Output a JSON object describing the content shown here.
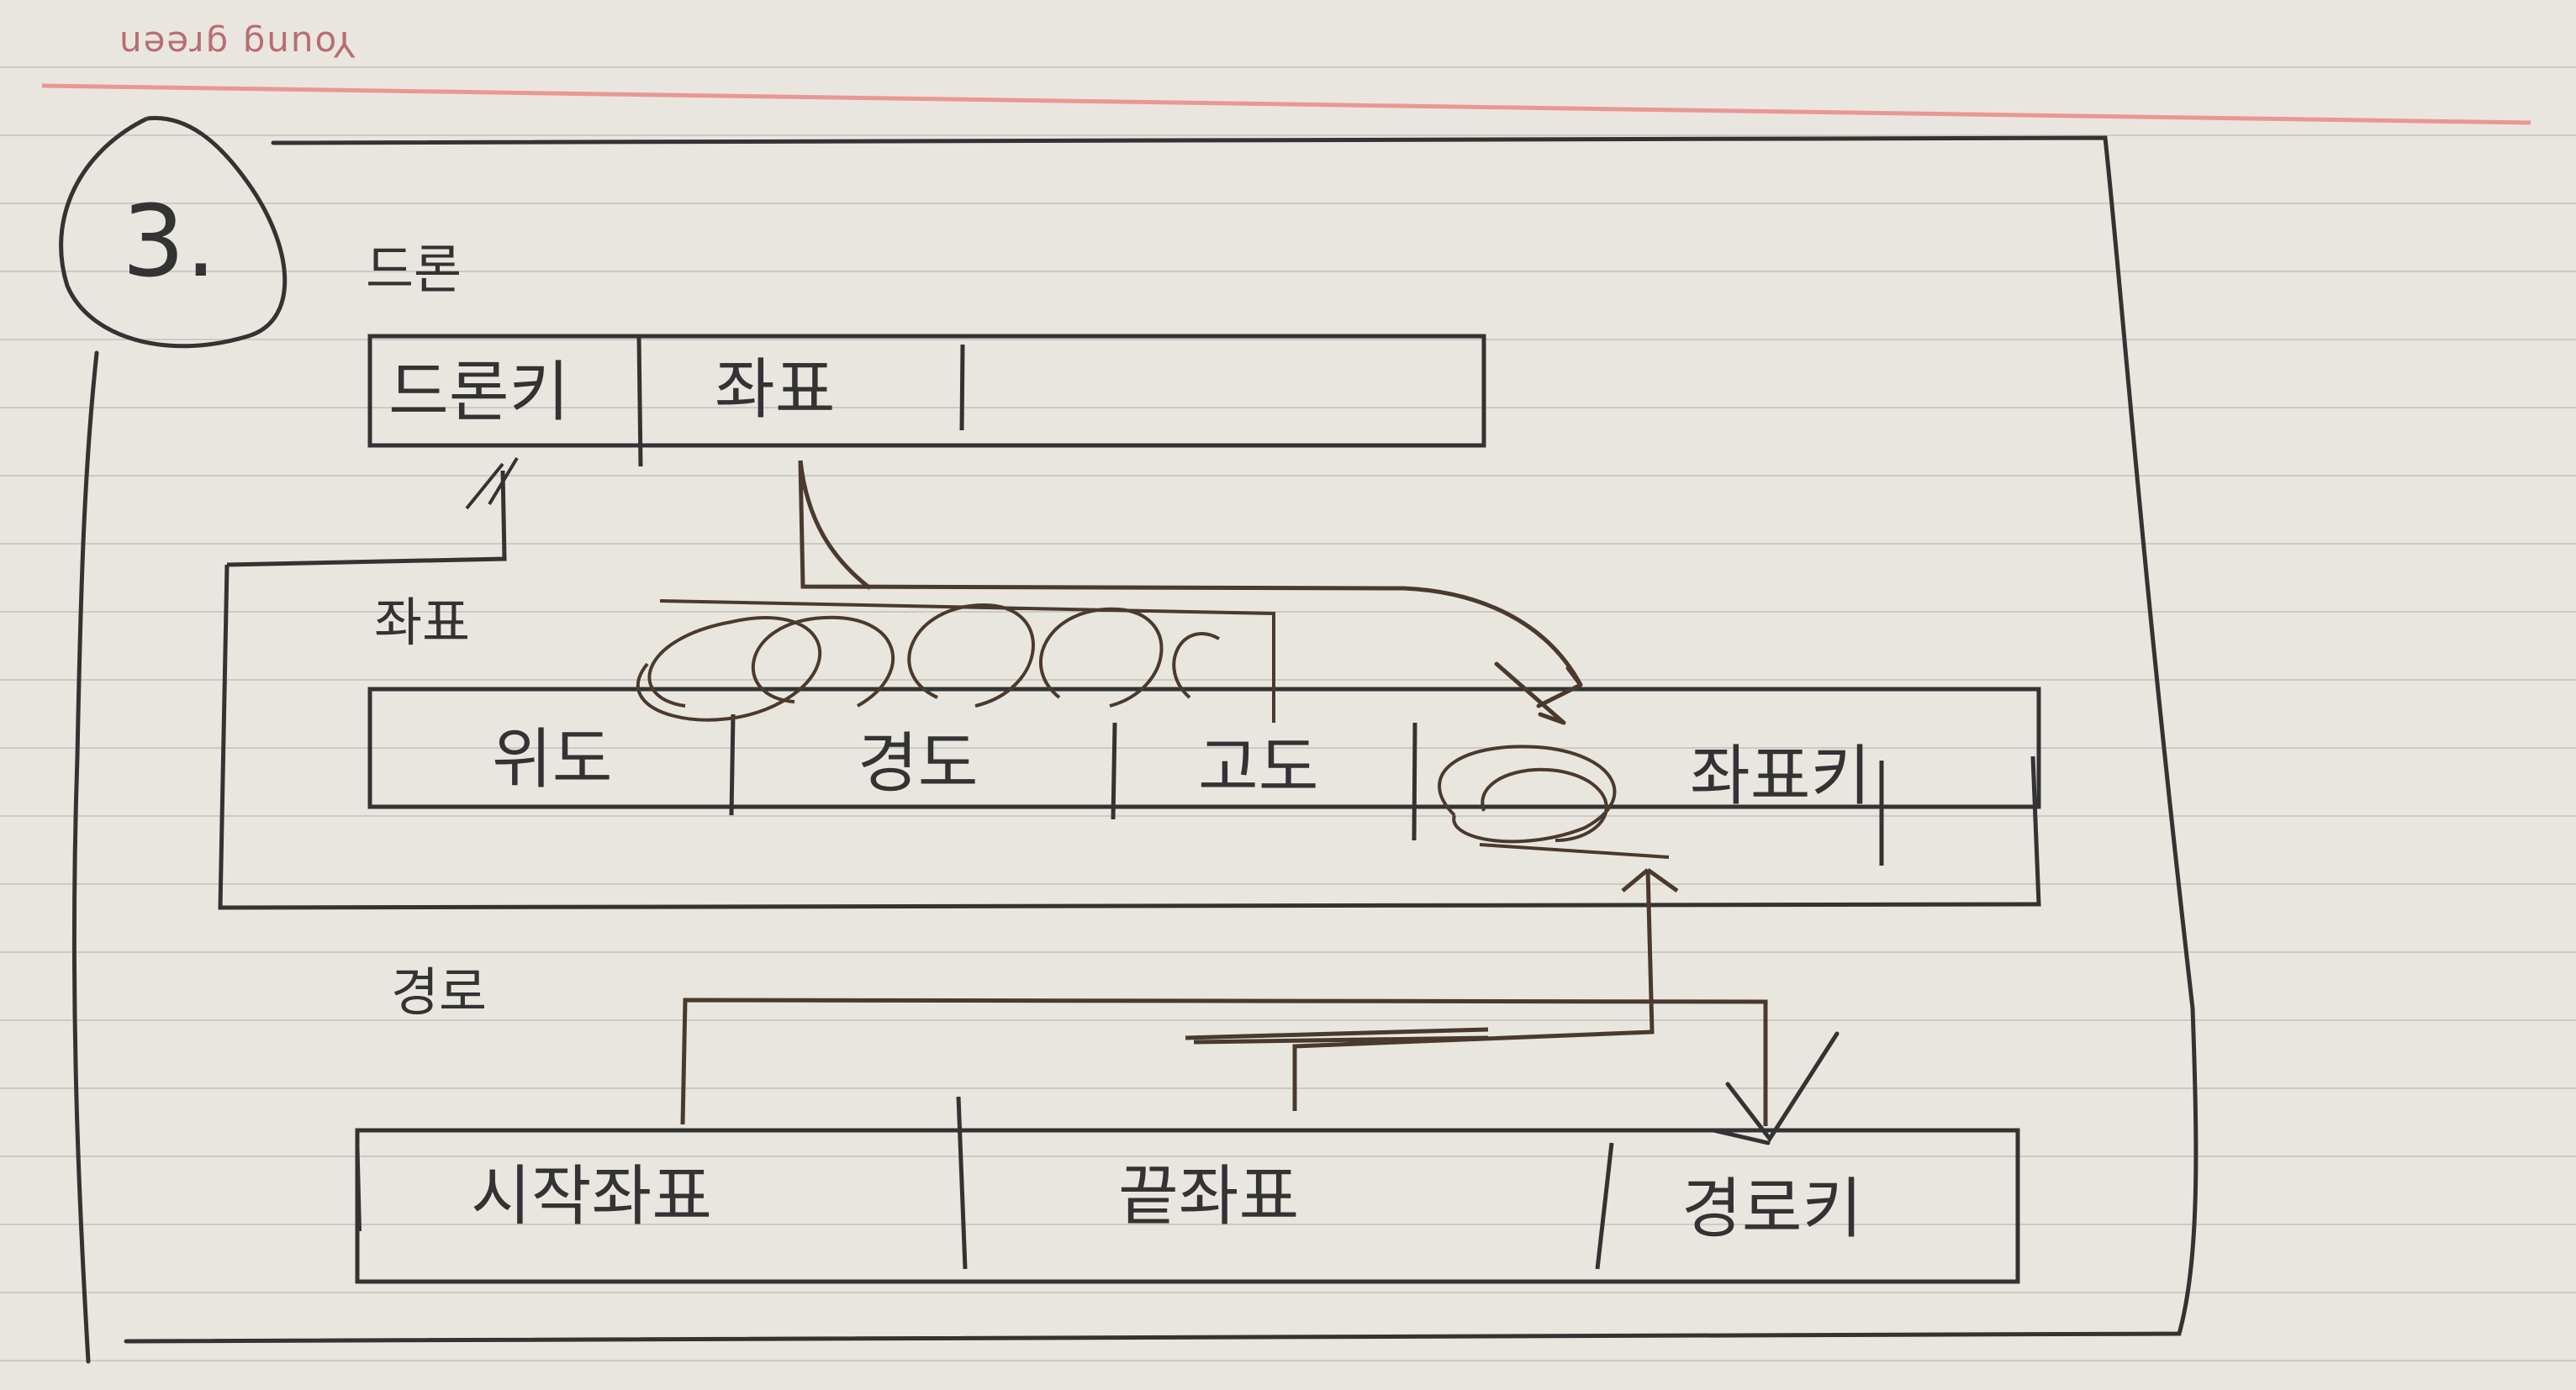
{
  "header": {
    "brand_text": "Young green"
  },
  "diagram": {
    "section_number": "3.",
    "drone": {
      "title": "드론",
      "fields": [
        "드론키",
        "좌표",
        ""
      ]
    },
    "coordinate": {
      "title": "좌표",
      "fields": [
        "위도",
        "경도",
        "고도",
        "",
        "좌표키",
        ""
      ]
    },
    "route": {
      "title": "경로",
      "fields": [
        "시작좌표",
        "끝좌표",
        "경로키"
      ]
    }
  },
  "colors": {
    "ink": "#333333",
    "brown_ink": "#4a3a2d",
    "margin_line": "#ea8f8f",
    "paper": "#e9e6df"
  }
}
